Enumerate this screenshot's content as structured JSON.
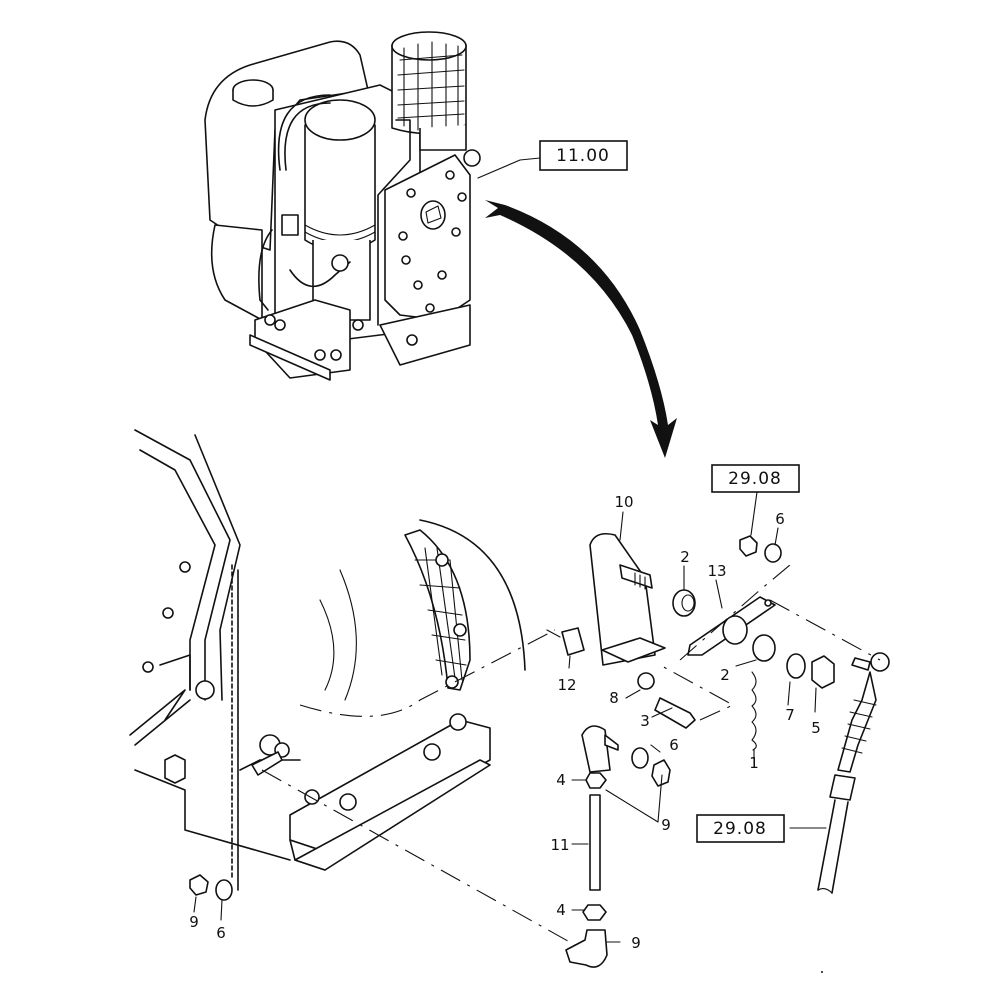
{
  "diagram": {
    "type": "exploded-parts-diagram",
    "subject": "Engine throttle / speed control linkage"
  },
  "reference_boxes": [
    {
      "id": "engine-ref",
      "text": "11.00"
    },
    {
      "id": "linkage-ref-top",
      "text": "29.08"
    },
    {
      "id": "cable-ref",
      "text": "29.08"
    }
  ],
  "callouts": [
    {
      "id": "c10",
      "text": "10",
      "part": "bracket"
    },
    {
      "id": "c2a",
      "text": "2",
      "part": "bushing-upper"
    },
    {
      "id": "c13",
      "text": "13",
      "part": "lever-plate"
    },
    {
      "id": "c6a",
      "text": "6",
      "part": "washer-top"
    },
    {
      "id": "c12",
      "text": "12",
      "part": "spacer"
    },
    {
      "id": "c2b",
      "text": "2",
      "part": "bushing-lower"
    },
    {
      "id": "c8",
      "text": "8",
      "part": "lock-washer"
    },
    {
      "id": "c3",
      "text": "3",
      "part": "bolt"
    },
    {
      "id": "c1",
      "text": "1",
      "part": "spring"
    },
    {
      "id": "c7",
      "text": "7",
      "part": "washer"
    },
    {
      "id": "c5",
      "text": "5",
      "part": "nut"
    },
    {
      "id": "c6b",
      "text": "6",
      "part": "washer-ball-joint"
    },
    {
      "id": "c4a",
      "text": "4",
      "part": "nut-upper"
    },
    {
      "id": "c9a",
      "text": "9",
      "part": "ball-joint-nuts"
    },
    {
      "id": "c11",
      "text": "11",
      "part": "threaded-rod"
    },
    {
      "id": "c4b",
      "text": "4",
      "part": "nut-lower"
    },
    {
      "id": "c9b",
      "text": "9",
      "part": "ball-joint-lower"
    },
    {
      "id": "c9c",
      "text": "9",
      "part": "nut-left"
    },
    {
      "id": "c6c",
      "text": "6",
      "part": "washer-left"
    }
  ]
}
